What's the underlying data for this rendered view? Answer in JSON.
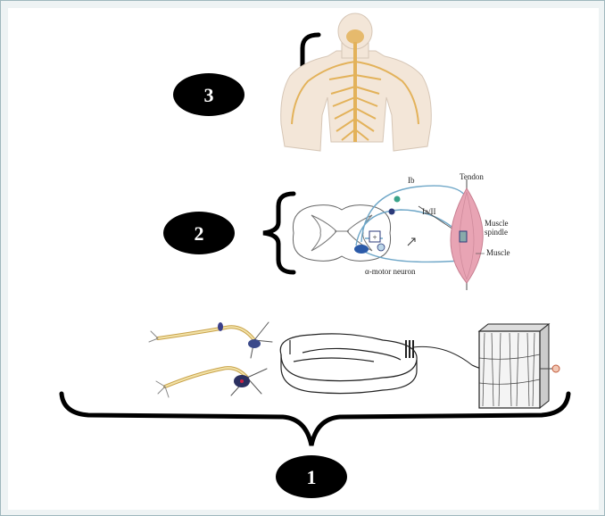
{
  "levels": [
    {
      "number": "3"
    },
    {
      "number": "2"
    },
    {
      "number": "1"
    }
  ],
  "reflex_diagram": {
    "labels": {
      "ib": "Ib",
      "ia_ii": "Ia/II",
      "tendon": "Tendon",
      "muscle_spindle_line1": "Muscle",
      "muscle_spindle_line2": "spindle",
      "muscle": "Muscle",
      "alpha_motor_neuron": "α-motor neuron",
      "synapse_plus": "+",
      "synapse_minus": "−"
    }
  },
  "colors": {
    "badge": "#000000",
    "nerve": "#e3b25a",
    "body": "#f3e6d8",
    "muscle": "#e8a4b4",
    "pathway": "#6fa7c8",
    "neuron": "#2b3a7a"
  }
}
